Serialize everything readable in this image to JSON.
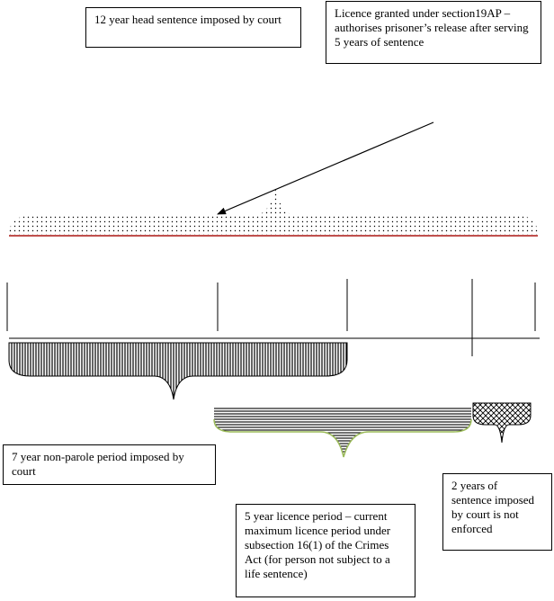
{
  "labels": {
    "head_sentence": "12 year head sentence imposed by court",
    "licence_granted": "Licence granted under section19AP – authorises prisoner’s release after serving 5 years of sentence",
    "non_parole": "7 year non-parole period imposed by court",
    "licence_period": "5 year licence period – current maximum licence period under subsection 16(1) of the Crimes Act (for person not subject to a life sentence)",
    "not_enforced": "2 years of\nsentence imposed\nby court is not\nenforced"
  },
  "colors": {
    "red_line": "#c0504d",
    "green_edge": "#9bbb59",
    "ink": "#000000"
  }
}
